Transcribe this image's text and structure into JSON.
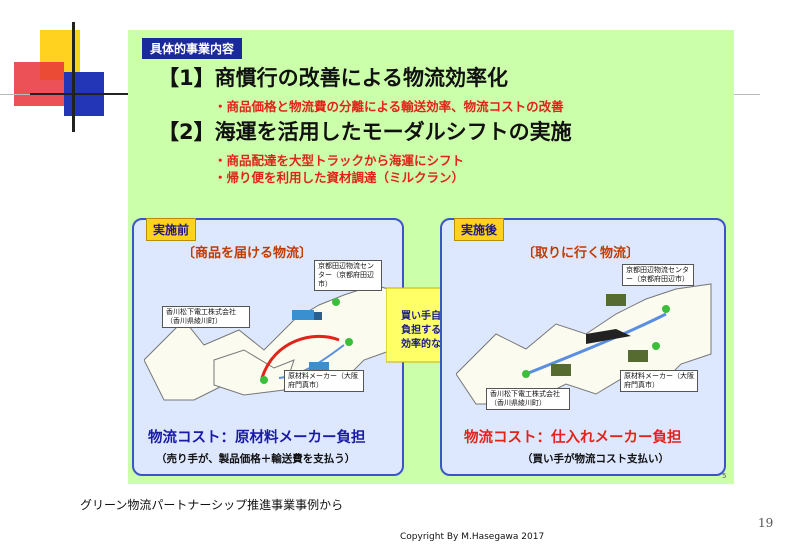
{
  "slide": {
    "badge": "具体的事業内容",
    "item1_title": "【1】商慣行の改善による物流効率化",
    "item1_bullets": [
      "・商品価格と物流費の分離による輸送効率、物流コストの改善"
    ],
    "item2_title": "【2】海運を活用したモーダルシフトの実施",
    "item2_bullets": [
      "・商品配達を大型トラックから海運にシフト",
      "・帰り便を利用した資材調達（ミルクラン）"
    ],
    "before": {
      "badge": "実施前",
      "subtitle": "〔商品を届ける物流〕",
      "label_center": "京都田辺物流センター（京都府田辺市）",
      "label_factory": "香川松下電工株式会社（香川県綾川町）",
      "label_maker": "原材料メーカー（大阪府門真市）",
      "cost": "物流コスト：原材料メーカー負担",
      "note": "（売り手が、製品価格＋輸送費を支払う）"
    },
    "arrow_text": [
      "買い手自ら輸送費を",
      "負担することによる",
      "効率的な物流に改善"
    ],
    "after": {
      "badge": "実施後",
      "subtitle": "〔取りに行く物流〕",
      "label_center": "京都田辺物流センター（京都府田辺市）",
      "label_factory": "香川松下電工株式会社（香川県綾川町）",
      "label_maker": "原材料メーカー（大阪府門真市）",
      "cost": "物流コスト：仕入れメーカー負担",
      "note": "（買い手が物流コスト支払い）"
    },
    "slide_page": "5"
  },
  "caption": "グリーン物流パートナーシップ推進事業事例から",
  "page_number": "19",
  "copyright": "Copyright By M.Hasegawa 2017"
}
